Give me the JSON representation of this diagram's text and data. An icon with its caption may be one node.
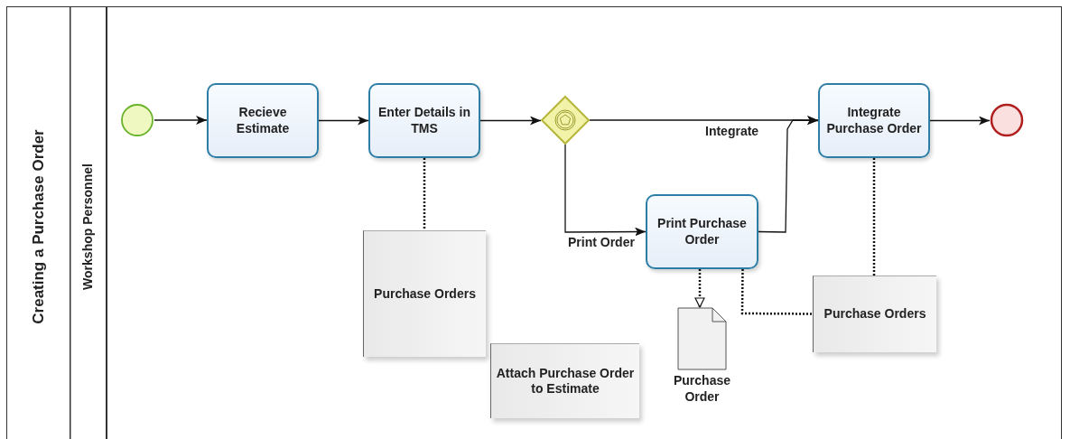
{
  "diagram": {
    "nodes": [
      {
        "text": [
          "Creating a Purchase Order"
        ]
      },
      {
        "text": [
          "Workshop Personnel"
        ],
        "in": 0
      },
      {
        "text": [],
        "shape": "circle",
        "in": 1
      },
      {
        "text": [
          "Recieve Estimate"
        ],
        "in": 1
      },
      {
        "text": [
          "Enter Details in TMS"
        ],
        "in": 1
      },
      {
        "text": [],
        "shape": "diamond",
        "in": 1
      },
      {
        "text": [
          "Integrate Purchase Order"
        ],
        "in": 1
      },
      {
        "text": [],
        "shape": "circle",
        "in": 1
      },
      {
        "text": [
          "Purchase Orders"
        ],
        "in": 1
      },
      {
        "text": [
          "Print Purchase Order"
        ],
        "in": 1
      },
      {
        "text": [],
        "shape": "document",
        "beside": [
          "Purchase Order"
        ],
        "in": 1
      },
      {
        "text": [
          "Purchase Orders"
        ],
        "in": 1
      },
      {
        "text": [
          "Attach Purchase Order to Estimate"
        ],
        "in": 1
      }
    ],
    "edges": [
      {
        "from": 2,
        "to": 3,
        "arrow": "to"
      },
      {
        "from": 3,
        "to": 4,
        "arrow": "to"
      },
      {
        "from": 4,
        "to": 5,
        "arrow": "to"
      },
      {
        "from": 5,
        "to": 6,
        "arrow": "to",
        "label": "Integrate"
      },
      {
        "from": 5,
        "to": 9,
        "arrow": "to",
        "label": "Print Order"
      },
      {
        "from": 9,
        "to": 6,
        "arrow": "to"
      },
      {
        "from": 6,
        "to": 7,
        "arrow": "to"
      },
      {
        "from": 4,
        "to": 8,
        "arrow": "none",
        "style": "dashed"
      },
      {
        "from": 9,
        "to": 10,
        "arrow": "to",
        "style": "dashed"
      },
      {
        "from": 9,
        "to": 11,
        "arrow": "none",
        "style": "dashed"
      },
      {
        "from": 6,
        "to": 11,
        "arrow": "none",
        "style": "dashed"
      }
    ]
  }
}
